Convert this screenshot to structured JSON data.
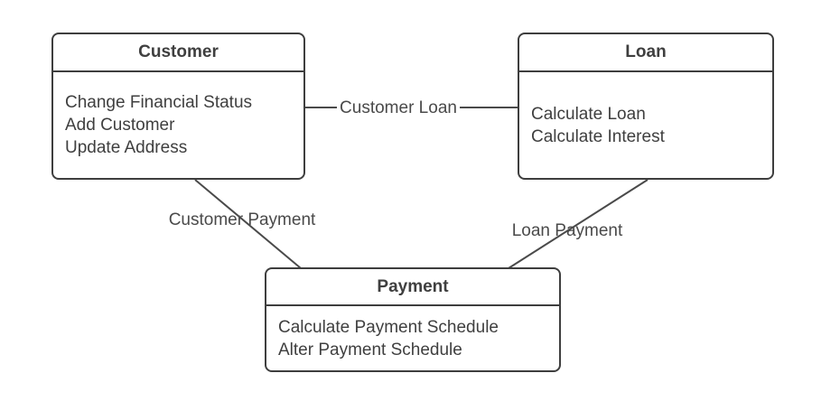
{
  "diagram": {
    "type": "uml-class-diagram",
    "classes": [
      {
        "id": "customer",
        "title": "Customer",
        "methods": [
          "Change Financial Status",
          "Add Customer",
          "Update Address"
        ]
      },
      {
        "id": "loan",
        "title": "Loan",
        "methods": [
          "Calculate Loan",
          "Calculate Interest"
        ]
      },
      {
        "id": "payment",
        "title": "Payment",
        "methods": [
          "Calculate Payment Schedule",
          "Alter Payment Schedule"
        ]
      }
    ],
    "connections": [
      {
        "from": "customer",
        "to": "loan",
        "label": "Customer Loan"
      },
      {
        "from": "customer",
        "to": "payment",
        "label": "Customer Payment"
      },
      {
        "from": "loan",
        "to": "payment",
        "label": "Loan Payment"
      }
    ],
    "colors": {
      "background": "#ffffff",
      "box_border": "#3e3e3e",
      "box_text": "#3f3f3f",
      "line": "#4a4a4a",
      "label_text": "#4a4a4a"
    }
  }
}
